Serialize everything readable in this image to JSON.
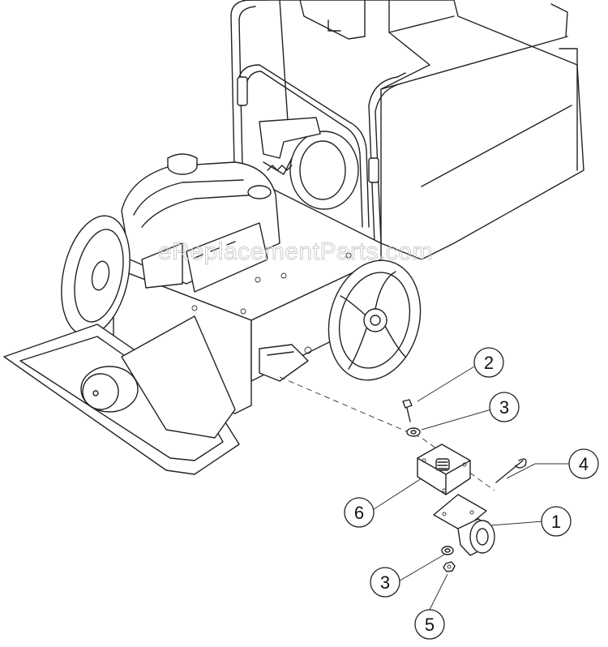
{
  "watermark": "eReplacementParts.com",
  "callouts": [
    {
      "number": "2"
    },
    {
      "number": "3"
    },
    {
      "number": "4"
    },
    {
      "number": "6"
    },
    {
      "number": "1"
    },
    {
      "number": "3"
    },
    {
      "number": "5"
    }
  ]
}
